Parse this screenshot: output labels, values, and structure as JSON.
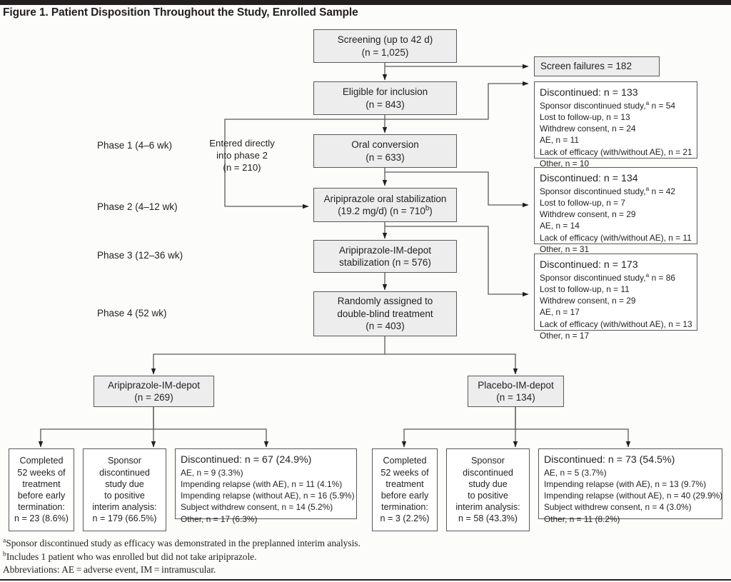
{
  "figure": {
    "title": "Figure 1. Patient Disposition Throughout the Study, Enrolled Sample"
  },
  "phase_labels": [
    {
      "label": "Phase 1 (4–6 wk)"
    },
    {
      "label": "Phase 2 (4–12 wk)"
    },
    {
      "label": "Phase 3 (12–36 wk)"
    },
    {
      "label": "Phase 4 (52 wk)"
    }
  ],
  "entered_directly": {
    "line1": "Entered directly",
    "line2": "into phase 2",
    "line3": "(n = 210)"
  },
  "flow_boxes": {
    "screening": {
      "line1": "Screening (up to 42 d)",
      "line2": "(n = 1,025)"
    },
    "eligible": {
      "line1": "Eligible for inclusion",
      "line2": "(n = 843)"
    },
    "oral_conversion": {
      "line1": "Oral conversion",
      "line2": "(n = 633)"
    },
    "oral_stabilization": {
      "line1": "Aripiprazole oral stabilization",
      "line2_pre": "(19.2 mg/d) (n = 710",
      "line2_sup": "b",
      "line2_post": ")"
    },
    "im_depot_stabilization": {
      "line1": "Aripiprazole-IM-depot",
      "line2": "stabilization (n = 576)"
    },
    "randomized": {
      "line1": "Randomly assigned to",
      "line2": "double-blind treatment",
      "line3": "(n = 403)"
    },
    "arm_aripiprazole": {
      "line1": "Aripiprazole-IM-depot",
      "line2": "(n = 269)"
    },
    "arm_placebo": {
      "line1": "Placebo-IM-depot",
      "line2": "(n = 134)"
    }
  },
  "screen_failures": {
    "label": "Screen failures = 182"
  },
  "discontinued_boxes": [
    {
      "head": "Discontinued: n = 133",
      "items": [
        {
          "pre": "Sponsor discontinued study,",
          "sup": "a",
          "post": " n = 54"
        },
        {
          "pre": "Lost to follow-up, n = 13",
          "sup": "",
          "post": ""
        },
        {
          "pre": "Withdrew consent, n = 24",
          "sup": "",
          "post": ""
        },
        {
          "pre": "AE, n = 11",
          "sup": "",
          "post": ""
        },
        {
          "pre": "Lack of efficacy (with/without AE), n = 21",
          "sup": "",
          "post": ""
        },
        {
          "pre": "Other, n = 10",
          "sup": "",
          "post": ""
        }
      ]
    },
    {
      "head": "Discontinued: n = 134",
      "items": [
        {
          "pre": "Sponsor discontinued study,",
          "sup": "a",
          "post": " n = 42"
        },
        {
          "pre": "Lost to follow-up, n = 7",
          "sup": "",
          "post": ""
        },
        {
          "pre": "Withdrew consent, n = 29",
          "sup": "",
          "post": ""
        },
        {
          "pre": "AE, n = 14",
          "sup": "",
          "post": ""
        },
        {
          "pre": "Lack of efficacy (with/without AE), n = 11",
          "sup": "",
          "post": ""
        },
        {
          "pre": "Other, n = 31",
          "sup": "",
          "post": ""
        }
      ]
    },
    {
      "head": "Discontinued: n = 173",
      "items": [
        {
          "pre": "Sponsor discontinued study,",
          "sup": "a",
          "post": " n = 86"
        },
        {
          "pre": "Lost to follow-up, n = 11",
          "sup": "",
          "post": ""
        },
        {
          "pre": "Withdrew consent, n = 29",
          "sup": "",
          "post": ""
        },
        {
          "pre": "AE, n = 17",
          "sup": "",
          "post": ""
        },
        {
          "pre": "Lack of efficacy (with/without AE), n = 13",
          "sup": "",
          "post": ""
        },
        {
          "pre": "Other, n = 17",
          "sup": "",
          "post": ""
        }
      ]
    }
  ],
  "outcomes": {
    "aripiprazole": {
      "completed": {
        "line1": "Completed",
        "line2": "52 weeks of",
        "line3": "treatment",
        "line4": "before early",
        "line5": "termination:",
        "line6": "n = 23 (8.6%)"
      },
      "sponsor": {
        "line1": "Sponsor",
        "line2": "discontinued",
        "line3": "study due",
        "line4": "to positive",
        "line5": "interim analysis:",
        "line6": "n = 179 (66.5%)"
      },
      "discontinued": {
        "head": "Discontinued: n = 67 (24.9%)",
        "items": [
          "AE, n = 9 (3.3%)",
          "Impending relapse (with AE), n = 11 (4.1%)",
          "Impending relapse (without AE), n = 16 (5.9%)",
          "Subject withdrew consent, n = 14 (5.2%)",
          "Other, n = 17 (6.3%)"
        ]
      }
    },
    "placebo": {
      "completed": {
        "line1": "Completed",
        "line2": "52 weeks of",
        "line3": "treatment",
        "line4": "before early",
        "line5": "termination:",
        "line6": "n = 3 (2.2%)"
      },
      "sponsor": {
        "line1": "Sponsor",
        "line2": "discontinued",
        "line3": "study due",
        "line4": "to positive",
        "line5": "interim analysis:",
        "line6": "n = 58 (43.3%)"
      },
      "discontinued": {
        "head": "Discontinued: n = 73 (54.5%)",
        "items": [
          "AE, n = 5 (3.7%)",
          "Impending relapse (with AE), n = 13 (9.7%)",
          "Impending relapse (without AE), n = 40 (29.9%)",
          "Subject withdrew consent, n = 4 (3.0%)",
          "Other, n = 11 (8.2%)"
        ]
      }
    }
  },
  "footnotes": {
    "a_sup": "a",
    "a_text": "Sponsor discontinued study as efficacy was demonstrated in the preplanned interim analysis.",
    "b_sup": "b",
    "b_text": "Includes 1 patient who was enrolled but did not take aripiprazole.",
    "abbrev": "Abbreviations: AE = adverse event, IM = intramuscular."
  },
  "colors": {
    "rule": "#231f20",
    "box_border": "#58595b",
    "box_fill_shaded": "#ededed",
    "box_fill_plain": "#ffffff",
    "connector": "#58595b",
    "page_bg": "#fcfcfa"
  }
}
